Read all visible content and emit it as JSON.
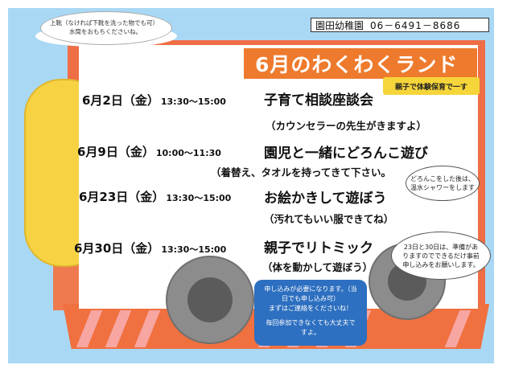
{
  "cloud": {
    "line1": "上靴（なければ下靴を洗った物でも可）",
    "line2": "水筒をおもちくださいね。"
  },
  "header": {
    "school_name": "園田幼稚園",
    "phone": "06－6491－8686",
    "title": "6月のわくわくランド",
    "subtitle": "親子で体験保育で一す"
  },
  "events": [
    {
      "date": "6月2日（金）",
      "time": "13:30～15:00",
      "title": "子育て相談座談会",
      "note": "（カウンセラーの先生がきますよ）"
    },
    {
      "date": "6月9日（金）",
      "time": "10:00～11:30",
      "title": "園児と一緒にどろんこ遊び",
      "note": "（着替え、タオルを持ってきて下さい。"
    },
    {
      "date": "6月23日（金）",
      "time": "13:30～15:00",
      "title": "お絵かきして遊ぼう",
      "note": "（汚れてもいい服できてね）"
    },
    {
      "date": "6月30日（金）",
      "time": "13:30～15:00",
      "title": "親子でリトミック",
      "note": "（体を動かして遊ぼう）"
    }
  ],
  "bubbles": {
    "shower": {
      "line1": "どろんこをした後は、",
      "line2": "温水シャワーをします"
    },
    "apply": {
      "line1": "23日と30日は、準備があ",
      "line2": "りますのでできるだけ事前",
      "line3": "申し込みをお願いします。"
    }
  },
  "apply_box": {
    "line1": "申し込みが必要になります。（当",
    "line2": "日でも申し込み可）",
    "line3": "まずはご連絡をくださいね！",
    "line4": "毎回参加できなくても大丈夫で",
    "line5": "すよ。"
  },
  "colors": {
    "sky": "#a9d8f4",
    "train_red": "#ef6e46",
    "title_orange": "#ee7a2d",
    "badge_yellow": "#f6d53a",
    "boiler_yellow": "#f7d343",
    "chimney_pink": "#f3a6c4",
    "box_blue": "#2d6fc0",
    "wheel_grey": "#8c8c8c"
  }
}
